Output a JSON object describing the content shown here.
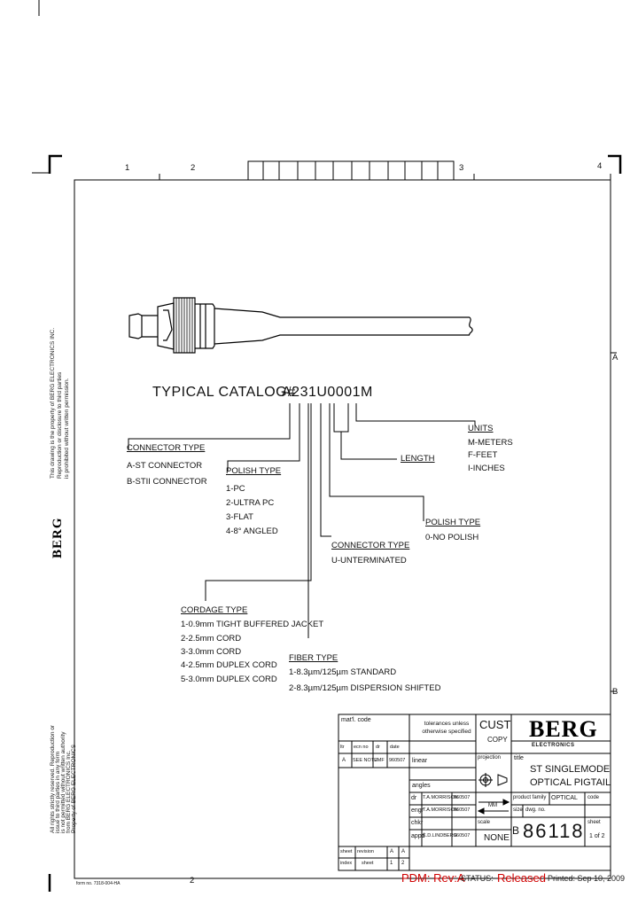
{
  "zone_labels": {
    "top": [
      "1",
      "2",
      "3",
      "4"
    ],
    "bottom": [
      "2"
    ],
    "right": [
      "A",
      "B"
    ]
  },
  "catalog": {
    "label": "TYPICAL CATALOG#",
    "number": "A231U0001M"
  },
  "options": {
    "connector_type": {
      "heading": "CONNECTOR TYPE",
      "items": [
        "A-ST CONNECTOR",
        "B-STII CONNECTOR"
      ]
    },
    "polish_type_1": {
      "heading": "POLISH TYPE",
      "items": [
        "1-PC",
        "2-ULTRA PC",
        "3-FLAT",
        "4-8° ANGLED"
      ]
    },
    "cordage_type": {
      "heading": "CORDAGE TYPE",
      "items": [
        "1-0.9mm TIGHT BUFFERED JACKET",
        "2-2.5mm CORD",
        "3-3.0mm CORD",
        "4-2.5mm DUPLEX CORD",
        "5-3.0mm DUPLEX CORD"
      ]
    },
    "fiber_type": {
      "heading": "FIBER TYPE",
      "items": [
        "1-8.3µm/125µm STANDARD",
        "2-8.3µm/125µm DISPERSION SHIFTED"
      ]
    },
    "connector_type_2": {
      "heading": "CONNECTOR TYPE",
      "items": [
        "U-UNTERMINATED"
      ]
    },
    "polish_type_2": {
      "heading": "POLISH TYPE",
      "items": [
        "0-NO POLISH"
      ]
    },
    "length": {
      "heading": "LENGTH"
    },
    "units": {
      "heading": "UNITS",
      "items": [
        "M-METERS",
        "F-FEET",
        "I-INCHES"
      ]
    }
  },
  "left_notes": {
    "top_lines": [
      "This drawing is the property of BERG ELECTRONICS INC.",
      "Reproduction or disclosure to third parties",
      "is prohibited without written permission."
    ],
    "bottom_lines": [
      "All rights strictly reserved. Reproduction or",
      "issue to third parties in any form",
      "is not permitted without written authority",
      "from BERG ELECTRONICS Inc.",
      "Property of BERG ELECTRONICS"
    ],
    "form_no": "form no. 7318-004-HA"
  },
  "title_block": {
    "mat_code_label": "mat'l. code",
    "tolerances": "tolerances unless otherwise specified",
    "cust_label": "CUST",
    "copy_label": "COPY",
    "logo_text": "BERG",
    "logo_sub": "ELECTRONICS",
    "title_label": "title",
    "title_line1": "ST SINGLEMODE",
    "title_line2": "OPTICAL PIGTAIL",
    "revision_row": {
      "col1": "A",
      "col2": "SEE NOTE",
      "col3": "JMF",
      "col4": "960507"
    },
    "rev_headers": [
      "ltr",
      "ecn no",
      "dr",
      "date"
    ],
    "linear_label": "linear",
    "angles_label": "angles",
    "projection_label": "projection",
    "dr": {
      "label": "dr",
      "name": "T.A.MORRISON",
      "date": "960507"
    },
    "engr": {
      "label": "engr",
      "name": "T.A.MORRISON",
      "date": "960507"
    },
    "chkr": {
      "label": "chkr",
      "name": "",
      "date": ""
    },
    "appd": {
      "label": "appd",
      "name": "K.D.LINDBERG",
      "date": "960507"
    },
    "units_label": "MM",
    "product_family_label": "product family",
    "product_family": "OPTICAL",
    "code_label": "code",
    "size_label": "size",
    "dwg_no_label": "dwg. no.",
    "size_value": "B",
    "dwg_no": "86118",
    "scale_label": "scale",
    "scale_value": "NONE",
    "sheet_label": "sheet",
    "sheet_value": "1 of 2",
    "sheet_rev_table": {
      "row1_label": "sheet",
      "row2_label": "revision",
      "row3_label": "index",
      "sheet_nums": [
        "1",
        "2"
      ],
      "revisions": [
        "A",
        "A"
      ],
      "index_label": "sheet"
    }
  },
  "status": {
    "pdm": "PDM: Rev:A",
    "status_label": "STATUS:",
    "status_value": "Released",
    "printed": "Printed: Sep 10, 2009"
  }
}
